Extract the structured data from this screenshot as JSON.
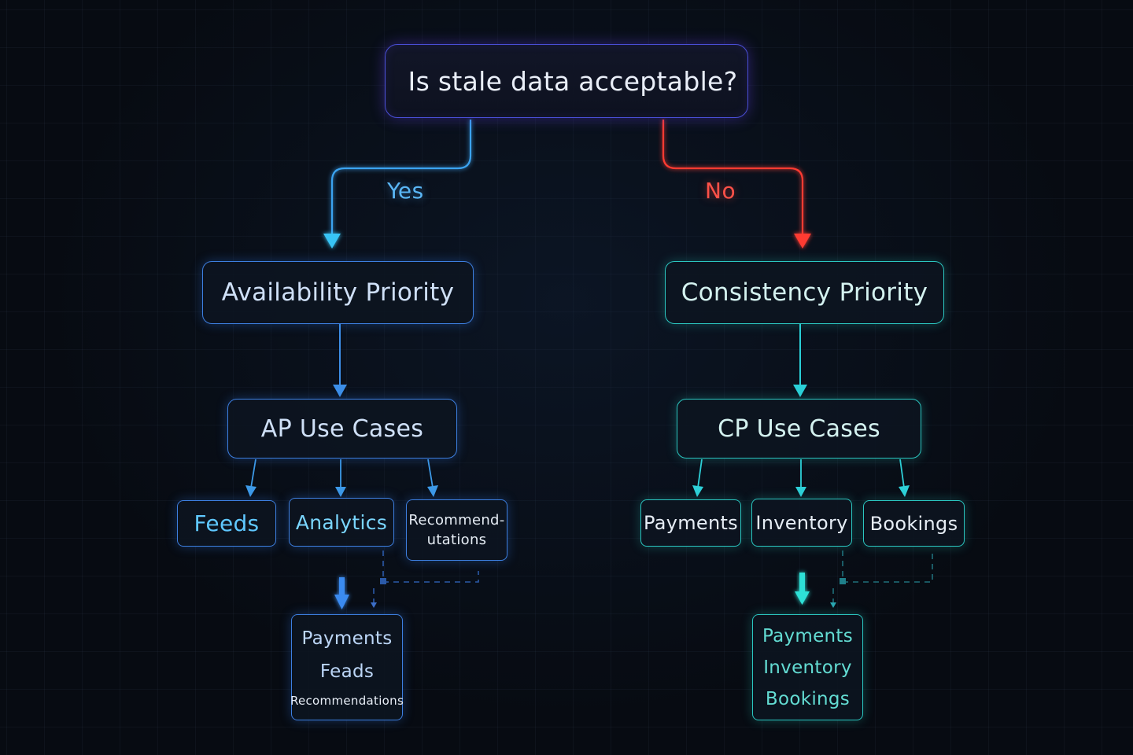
{
  "diagram": {
    "question": "Is stale data acceptable?",
    "edges": {
      "yes": "Yes",
      "no": "No"
    },
    "availability": {
      "priority": "Availability Priority",
      "use_cases": "AP Use Cases",
      "leaves": {
        "feeds": "Feeds",
        "analytics": "Analytics",
        "recommend_line1": "Recommend-",
        "recommend_line2": "utations"
      },
      "summary": {
        "line1": "Payments",
        "line2": "Feads",
        "line3": "Recommendations"
      }
    },
    "consistency": {
      "priority": "Consistency Priority",
      "use_cases": "CP Use Cases",
      "leaves": {
        "payments": "Payments",
        "inventory": "Inventory",
        "bookings": "Bookings"
      },
      "summary": {
        "line1": "Payments",
        "line2": "Inventory",
        "line3": "Bookings"
      }
    }
  },
  "colors": {
    "yes_branch": "#3aa3f0",
    "no_branch": "#ff3b30",
    "blue_accent": "#3d7fe0",
    "teal_accent": "#2bc6c0",
    "question_border": "#4a4fd8"
  }
}
